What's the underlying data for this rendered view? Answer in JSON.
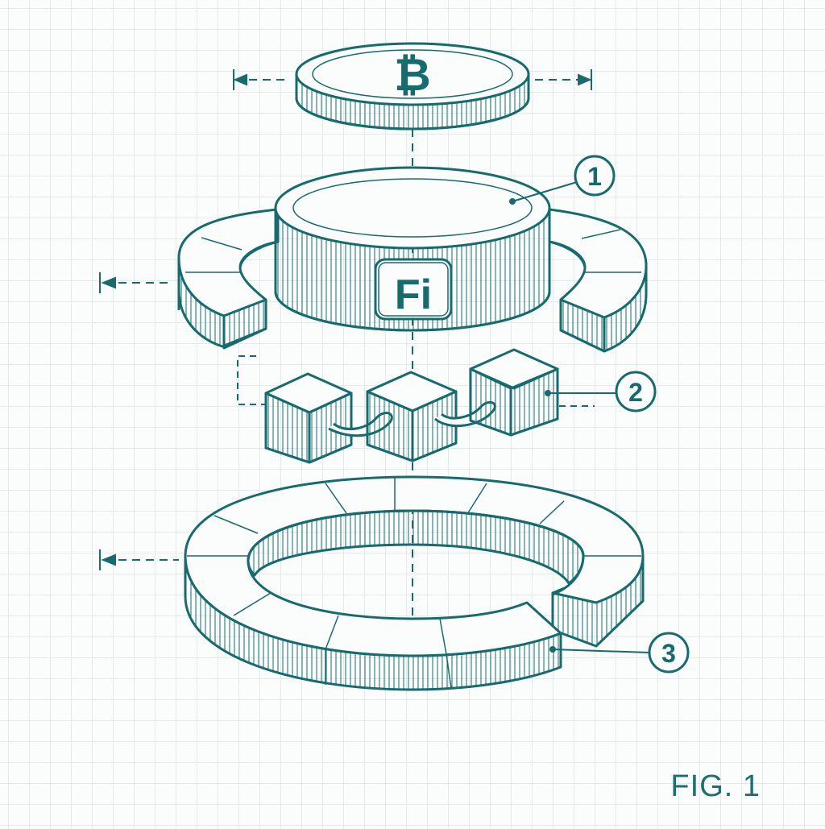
{
  "diagram": {
    "logo_text": "Fi",
    "coin_symbol": "₿",
    "callouts": [
      {
        "number": "1"
      },
      {
        "number": "2"
      },
      {
        "number": "3"
      }
    ],
    "figure_label": "FIG. 1"
  },
  "colors": {
    "ink": "#176a6e",
    "background": "#fbfcfc",
    "grid": "#e4e9ea"
  }
}
